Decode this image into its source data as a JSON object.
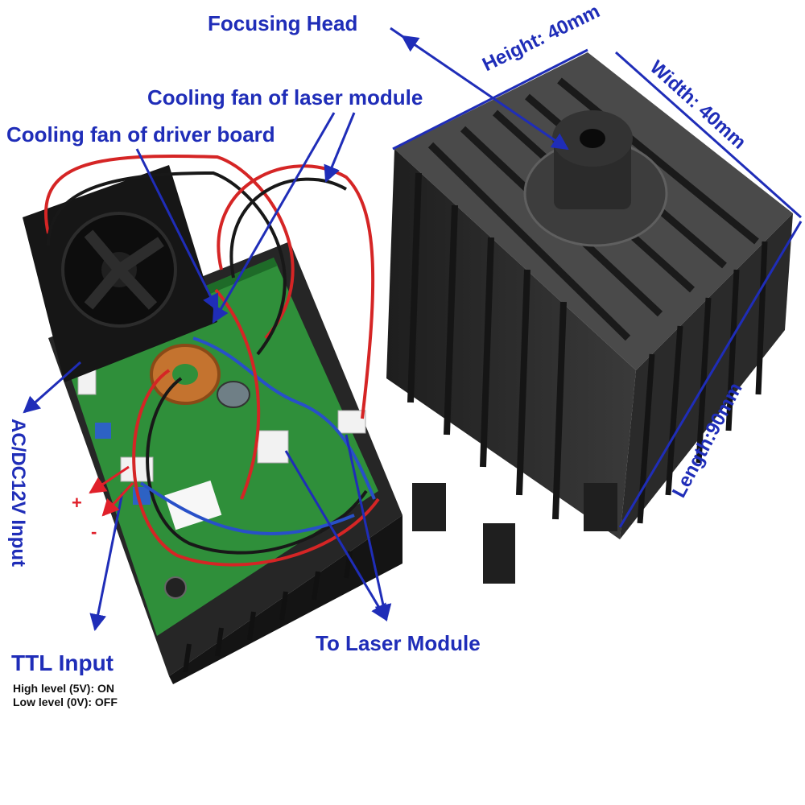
{
  "labels": {
    "focusing_head": "Focusing Head",
    "height": "Height: 40mm",
    "width": "Width: 40mm",
    "length": "Length:90mm",
    "cooling_fan_laser": "Cooling fan of laser module",
    "cooling_fan_driver": "Cooling fan of driver board",
    "acdc_input": "AC/DC12V Input",
    "plus": "+",
    "minus": "-",
    "ttl_input": "TTL Input",
    "high_level": "High level (5V): ON",
    "low_level": "Low level (0V): OFF",
    "to_laser_module": "To Laser Module"
  },
  "colors": {
    "annotation_blue": "#1f2db8",
    "polarity_red": "#e0202a",
    "heatsink_black": "#2b2b2b",
    "pcb_green": "#2f8f3a"
  }
}
